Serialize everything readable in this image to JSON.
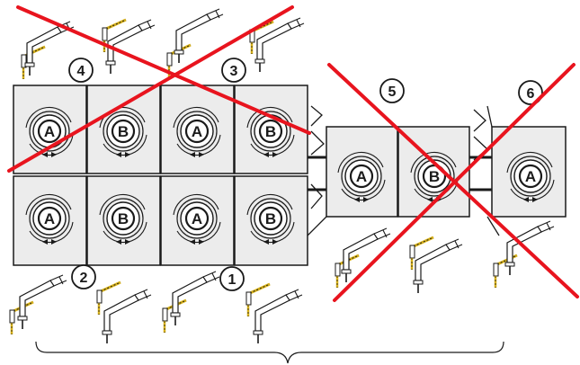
{
  "colors": {
    "cross": "#e8141e",
    "stroke": "#1a1a1a",
    "panel_fill": "#ececec",
    "background": "#ffffff"
  },
  "markers": {
    "m1": "1",
    "m2": "2",
    "m3": "3",
    "m4": "4",
    "m5": "5",
    "m6": "6"
  },
  "rotors": {
    "top": [
      "A",
      "B",
      "A",
      "B"
    ],
    "bottom": [
      "A",
      "B",
      "A",
      "B"
    ],
    "middle": [
      "A",
      "B"
    ],
    "right": [
      "A"
    ]
  },
  "crossed_out_markers": [
    "3",
    "4",
    "5",
    "6"
  ],
  "icons": [
    "hydraulic-connector-icon",
    "rotor-rotation-icon",
    "bracket-icon"
  ]
}
